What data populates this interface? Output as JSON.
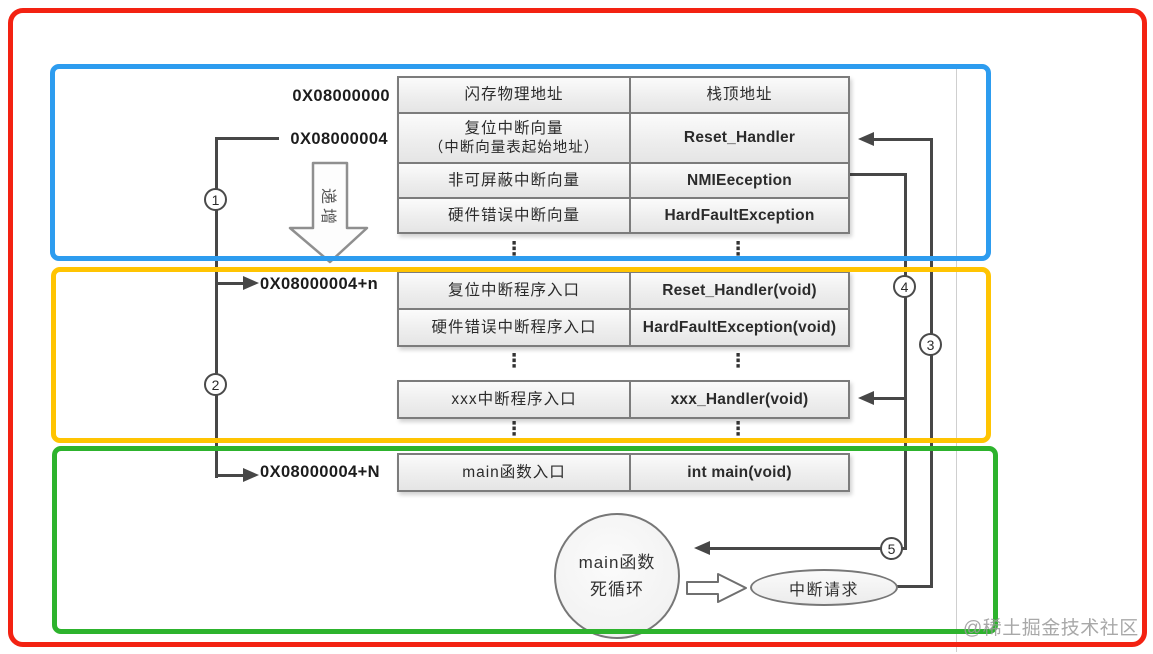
{
  "labels": {
    "increment": "递增",
    "ellipsis": "⋮",
    "watermark": "@稀土掘金技术社区"
  },
  "addresses": {
    "flash_base": "0X08000000",
    "vector_start": "0X08000004",
    "vector_n": "0X08000004+n",
    "vector_N": "0X08000004+N"
  },
  "steps": {
    "s1": "1",
    "s2": "2",
    "s3": "3",
    "s4": "4",
    "s5": "5"
  },
  "vector_table": {
    "row1": {
      "left": "闪存物理地址",
      "right": "栈顶地址"
    },
    "row2": {
      "left_line1": "复位中断向量",
      "left_line2": "（中断向量表起始地址）",
      "right": "Reset_Handler"
    },
    "row3": {
      "left": "非可屏蔽中断向量",
      "right": "NMIEeception"
    },
    "row4": {
      "left": "硬件错误中断向量",
      "right": "HardFaultException"
    }
  },
  "handler_table": {
    "row1": {
      "left": "复位中断程序入口",
      "right": "Reset_Handler(void)"
    },
    "row2": {
      "left": "硬件错误中断程序入口",
      "right": "HardFaultException(void)"
    },
    "row3": {
      "left": "xxx中断程序入口",
      "right": "xxx_Handler(void)"
    }
  },
  "main_table": {
    "row1": {
      "left": "main函数入口",
      "right": "int main(void)"
    }
  },
  "shapes": {
    "main_loop_line1": "main函数",
    "main_loop_line2": "死循环",
    "interrupt_request": "中断请求"
  },
  "colors": {
    "outer_border": "#f32212",
    "rom_box": "#2d9cef",
    "handler_box": "#ffc402",
    "user_box": "#2db32d",
    "connector": "#474747"
  }
}
